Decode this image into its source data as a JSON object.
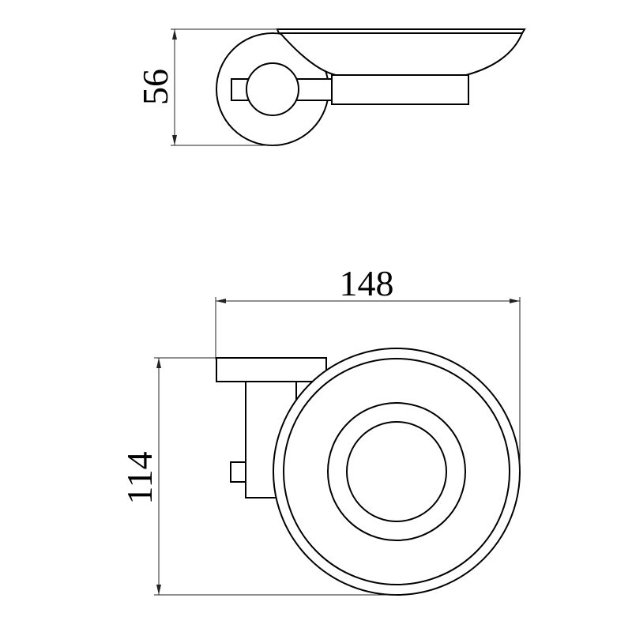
{
  "side_view": {
    "height_dimension": "56"
  },
  "front_view": {
    "width_dimension": "148",
    "height_dimension": "114"
  },
  "colors": {
    "line": "#000000",
    "background": "#ffffff"
  }
}
